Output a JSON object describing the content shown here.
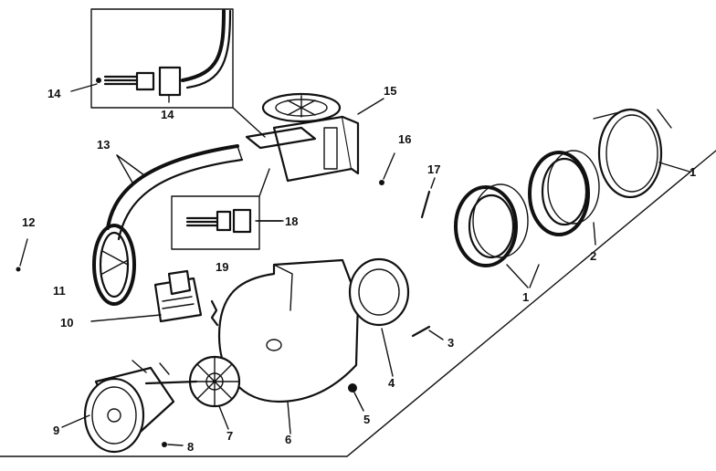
{
  "diagram": {
    "labels": [
      {
        "id": "1a",
        "text": "1"
      },
      {
        "id": "1b",
        "text": "1"
      },
      {
        "id": "2",
        "text": "2"
      },
      {
        "id": "3",
        "text": "3"
      },
      {
        "id": "4",
        "text": "4"
      },
      {
        "id": "5",
        "text": "5"
      },
      {
        "id": "6",
        "text": "6"
      },
      {
        "id": "7",
        "text": "7"
      },
      {
        "id": "8",
        "text": "8"
      },
      {
        "id": "9",
        "text": "9"
      },
      {
        "id": "10",
        "text": "10"
      },
      {
        "id": "11",
        "text": "11"
      },
      {
        "id": "12",
        "text": "12"
      },
      {
        "id": "13",
        "text": "13"
      },
      {
        "id": "14a",
        "text": "14"
      },
      {
        "id": "14b",
        "text": "14"
      },
      {
        "id": "15",
        "text": "15"
      },
      {
        "id": "16",
        "text": "16"
      },
      {
        "id": "17",
        "text": "17"
      },
      {
        "id": "18",
        "text": "18"
      },
      {
        "id": "19",
        "text": "19"
      }
    ]
  }
}
